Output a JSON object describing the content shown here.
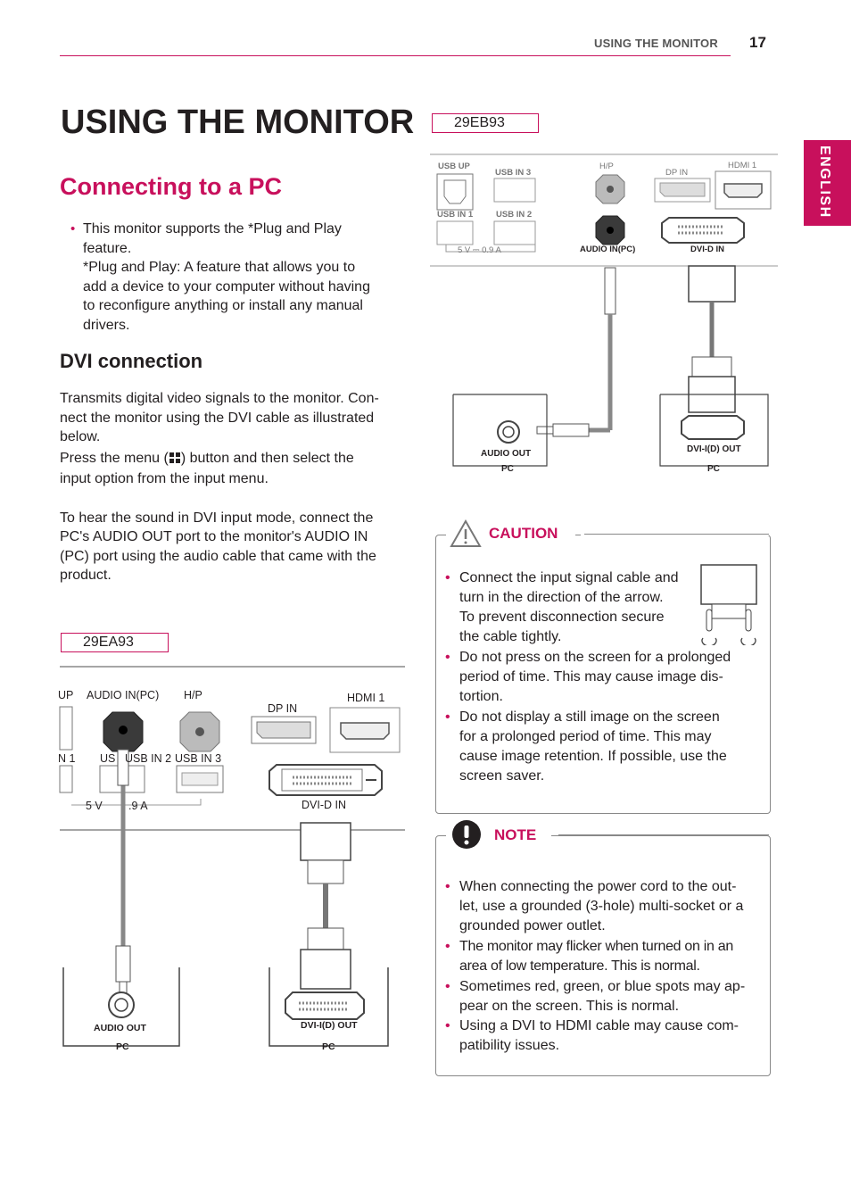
{
  "header": {
    "section": "USING THE MONITOR",
    "page": "17"
  },
  "side_tab": "ENGLISH",
  "title": "USING THE MONITOR",
  "subtitle": "Connecting to a PC",
  "intro_bullet": {
    "line1": "This monitor supports the *Plug and Play",
    "line2": "feature.",
    "line3": "*Plug and Play: A feature that allows you to",
    "line4": "add a device to your computer without having",
    "line5": "to reconfigure anything or install any manual",
    "line6": "drivers."
  },
  "dvi_heading": "DVI connection",
  "dvi_text": {
    "l1": "Transmits digital video signals to the monitor. Con-",
    "l2": "nect the monitor using the DVI cable as illustrated",
    "l3": "below.",
    "l4a": "Press the menu (",
    "l4b": ") button and then select the",
    "l5": "input option from the input menu.",
    "l6": "To hear the sound in DVI input mode, connect the",
    "l7": "PC's AUDIO OUT port to the monitor's AUDIO IN",
    "l8": "(PC) port using the audio cable that came with the",
    "l9": "product."
  },
  "diagram_a": {
    "model": "29EA93",
    "labels": {
      "up": "UP",
      "audio_in": "AUDIO IN(PC)",
      "hp": "H/P",
      "dp_in": "DP IN",
      "hdmi1": "HDMI 1",
      "n1": "N 1",
      "usb_in2": "USB IN 2",
      "us": "US",
      "usb_in3": "USB IN 3",
      "power": "5 V",
      "power_b": ".9 A",
      "dvi_d_in": "DVI-D IN",
      "audio_out": "AUDIO OUT",
      "pc1": "PC",
      "dvi_out": "DVI-I(D) OUT",
      "pc2": "PC"
    }
  },
  "diagram_b": {
    "model": "29EB93",
    "labels": {
      "usb_up": "USB UP",
      "usb_in3": "USB IN 3",
      "hp": "H/P",
      "dp_in": "DP IN",
      "hdmi1": "HDMI 1",
      "usb_in1": "USB IN 1",
      "usb_in2": "USB IN 2",
      "power": "5 V ⎓ 0.9 A",
      "audio_in": "AUDIO IN(PC)",
      "dvi_d_in": "DVI-D IN",
      "audio_out": "AUDIO OUT",
      "pc1": "PC",
      "dvi_out": "DVI-I(D) OUT",
      "pc2": "PC"
    }
  },
  "caution": {
    "title": "CAUTION",
    "i1": [
      "Connect the input signal cable and",
      "turn in the direction of the arrow.",
      "To prevent disconnection secure",
      "the cable tightly."
    ],
    "i2": [
      "Do not press on the screen for a prolonged",
      "period of time. This may cause image dis-",
      "tortion."
    ],
    "i3": [
      "Do not display a still image on the screen",
      "for a prolonged period of time. This may",
      "cause image retention. If possible, use the",
      "screen saver."
    ]
  },
  "note": {
    "title": "NOTE",
    "i1": [
      "When connecting the power cord to the out-",
      "let, use a grounded (3-hole) multi-socket or a",
      "grounded power outlet."
    ],
    "i2": [
      "The monitor may flicker when turned on in an",
      "area of low temperature. This is normal."
    ],
    "i3": [
      "Sometimes red, green, or blue spots may ap-",
      "pear on the screen. This is normal."
    ],
    "i4": [
      "Using a DVI to HDMI cable may cause com-",
      "patibility issues."
    ]
  },
  "colors": {
    "accent": "#c8105c",
    "text": "#231f20"
  }
}
